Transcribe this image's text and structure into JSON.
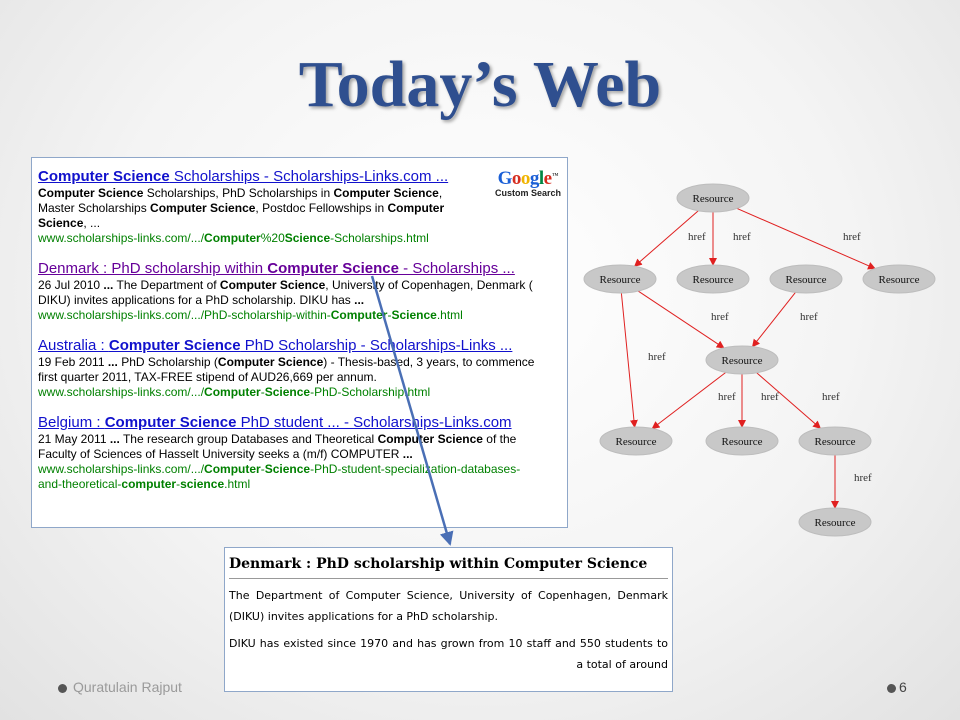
{
  "slide": {
    "title": "Today’s Web",
    "author": "Quratulain Rajput",
    "page_number": "6"
  },
  "search_results": {
    "logo": {
      "word": "Google",
      "tm": "™",
      "subtitle": "Custom Search"
    },
    "items": [
      {
        "title_pre": "",
        "title_bold": "Computer Science",
        "title_post": " Scholarships - Scholarships-Links.com ...",
        "snippet_lines": [
          "Computer Science Scholarships, PhD Scholarships in Computer Science,",
          "Master Scholarships Computer Science, Postdoc Fellowships in Computer",
          "Science, ..."
        ],
        "url": "www.scholarships-links.com/.../Computer%20Science-Scholarships.html",
        "visited": false
      },
      {
        "title_pre": "Denmark : PhD scholarship within ",
        "title_bold": "Computer Science",
        "title_post": " - Scholarships ...",
        "snippet_lines": [
          "26 Jul 2010 ... The Department of Computer Science, University of Copenhagen, Denmark (",
          "DIKU) invites applications for a PhD scholarship. DIKU has ..."
        ],
        "url": "www.scholarships-links.com/.../PhD-scholarship-within-Computer-Science.html",
        "visited": true
      },
      {
        "title_pre": "Australia : ",
        "title_bold": "Computer Science",
        "title_post": " PhD Scholarship - Scholarships-Links ...",
        "snippet_lines": [
          "19 Feb 2011 ... PhD Scholarship (Computer Science) - Thesis-based, 3 years, to commence",
          "first quarter 2011, TAX-FREE stipend of AUD26,669 per annum."
        ],
        "url": "www.scholarships-links.com/.../Computer-Science-PhD-Scholarship.html",
        "visited": false
      },
      {
        "title_pre": "Belgium : ",
        "title_bold": "Computer Science",
        "title_post": " PhD student ... - Scholarships-Links.com",
        "snippet_lines": [
          "21 May 2011 ... The research group Databases and Theoretical Computer Science of the",
          "Faculty of Sciences of Hasselt University seeks a (m/f) COMPUTER ..."
        ],
        "url_lines": [
          "www.scholarships-links.com/.../Computer-Science-PhD-student-specialization-databases-",
          "and-theoretical-computer-science.html"
        ],
        "visited": false
      }
    ]
  },
  "graph": {
    "node_label": "Resource",
    "edge_label": "href",
    "node_color": "#c8c8c8",
    "edge_color": "#e02020"
  },
  "preview": {
    "title": "Denmark : PhD scholarship within Computer Science",
    "paragraph1": "The Department of Computer Science, University of Copenhagen, Denmark (DIKU) invites applications for a PhD scholarship.",
    "paragraph2": "DIKU has existed since 1970 and has grown from 10 staff and 550 students to a total of around"
  },
  "colors": {
    "title": "#2f4f8f",
    "link": "#1111cc",
    "visited_link": "#660099",
    "url": "#008000",
    "arrow": "#4a6fb5"
  }
}
